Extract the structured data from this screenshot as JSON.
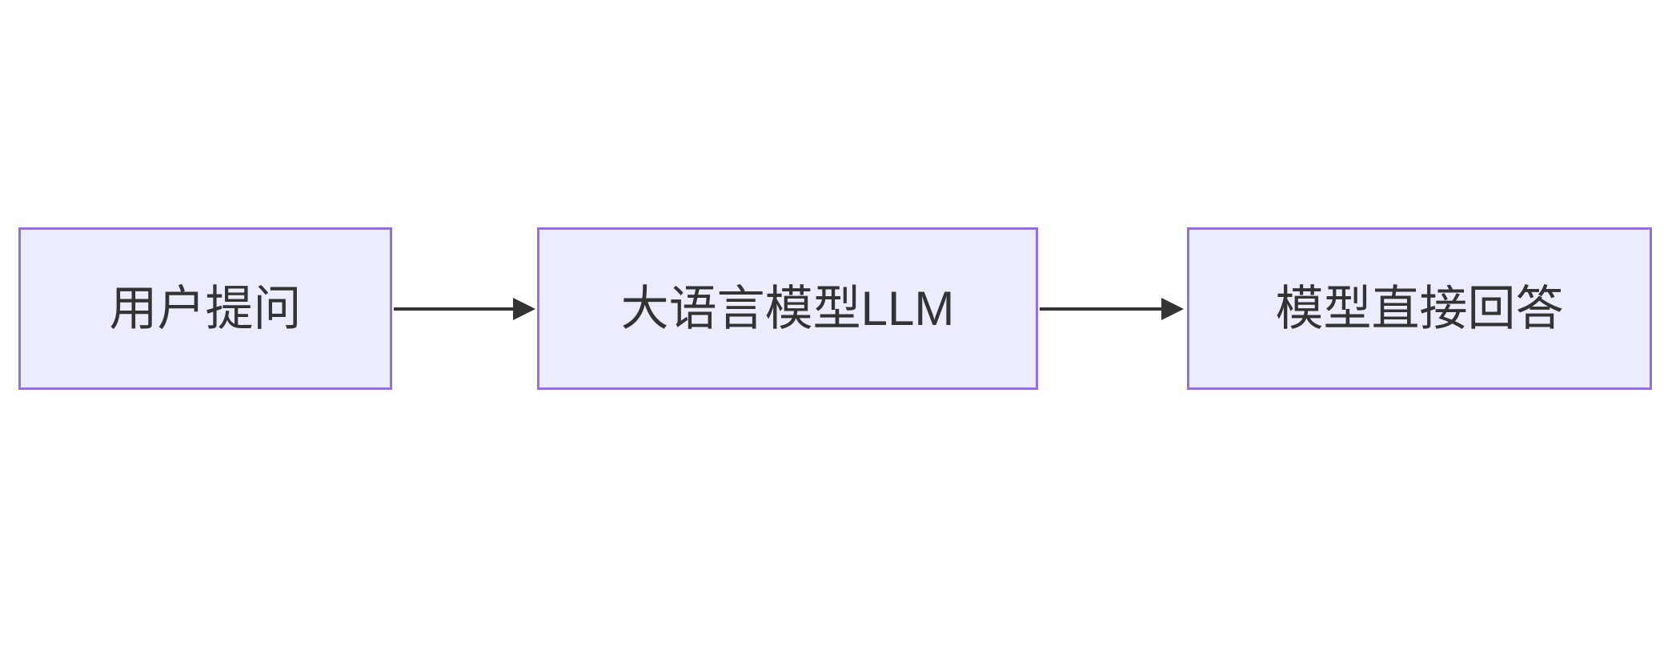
{
  "diagram": {
    "type": "flowchart",
    "direction": "left-to-right",
    "nodes": [
      {
        "id": "node-1",
        "label": "用户提问"
      },
      {
        "id": "node-2",
        "label": "大语言模型LLM"
      },
      {
        "id": "node-3",
        "label": "模型直接回答"
      }
    ],
    "edges": [
      {
        "from": "用户提问",
        "to": "大语言模型LLM"
      },
      {
        "from": "大语言模型LLM",
        "to": "模型直接回答"
      }
    ]
  },
  "colors": {
    "background": "#FFFFFF",
    "node_fill": "#ECECFF",
    "node_border": "#9370DB",
    "node_text": "#333333",
    "arrow": "#333333"
  }
}
